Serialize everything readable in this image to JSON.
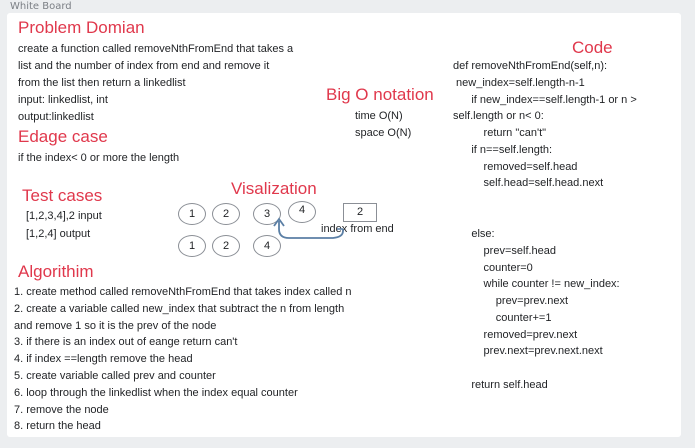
{
  "window": {
    "title": "White Board"
  },
  "problem": {
    "heading": "Problem Domian",
    "lines": [
      "create a function called removeNthFromEnd that takes a",
      "list and the number of index from end and remove it",
      "from the list then return a linkedlist",
      "input: linkedlist, int",
      "output:linkedlist"
    ]
  },
  "edge": {
    "heading": "Edage case",
    "lines": [
      "if the index< 0 or more the length"
    ]
  },
  "tests": {
    "heading": "Test cases",
    "lines": [
      "[1,2,3,4],2 input",
      "[1,2,4] output"
    ]
  },
  "big_o": {
    "heading": "Big O notation",
    "lines": [
      "time O(N)",
      "space O(N)"
    ]
  },
  "visualization": {
    "heading": "Visalization",
    "top_row": [
      "1",
      "2",
      "3",
      "4"
    ],
    "bottom_row": [
      "1",
      "2",
      "4"
    ],
    "index_value": "2",
    "index_label": "index from end"
  },
  "algorithm": {
    "heading": "Algorithim",
    "lines": [
      "1. create method called removeNthFromEnd that takes index called n",
      "2. create a variable called new_index that subtract the n from length",
      "and remove 1 so it is the prev of the node",
      "3.  if there is an index out of eange return can't",
      "4.  if index ==length remove the head",
      "5.  create variable called prev and counter",
      "6.  loop through the linkedlist when the index equal counter",
      "7.  remove the node",
      "8.  return the head"
    ]
  },
  "code": {
    "heading": "Code",
    "lines_top": [
      "def removeNthFromEnd(self,n):",
      " new_index=self.length-n-1",
      "      if new_index==self.length-1 or n >",
      "self.length or n< 0:",
      "          return \"can't\"",
      "      if n==self.length:",
      "          removed=self.head",
      "          self.head=self.head.next"
    ],
    "lines_bottom": [
      "      else:",
      "          prev=self.head",
      "          counter=0",
      "          while counter != new_index:",
      "              prev=prev.next",
      "              counter+=1",
      "          removed=prev.next",
      "          prev.next=prev.next.next",
      "",
      "      return self.head"
    ]
  },
  "colors": {
    "heading": "#e0384c",
    "text": "#1f2124",
    "board": "#ffffff",
    "background": "#eceef0"
  }
}
